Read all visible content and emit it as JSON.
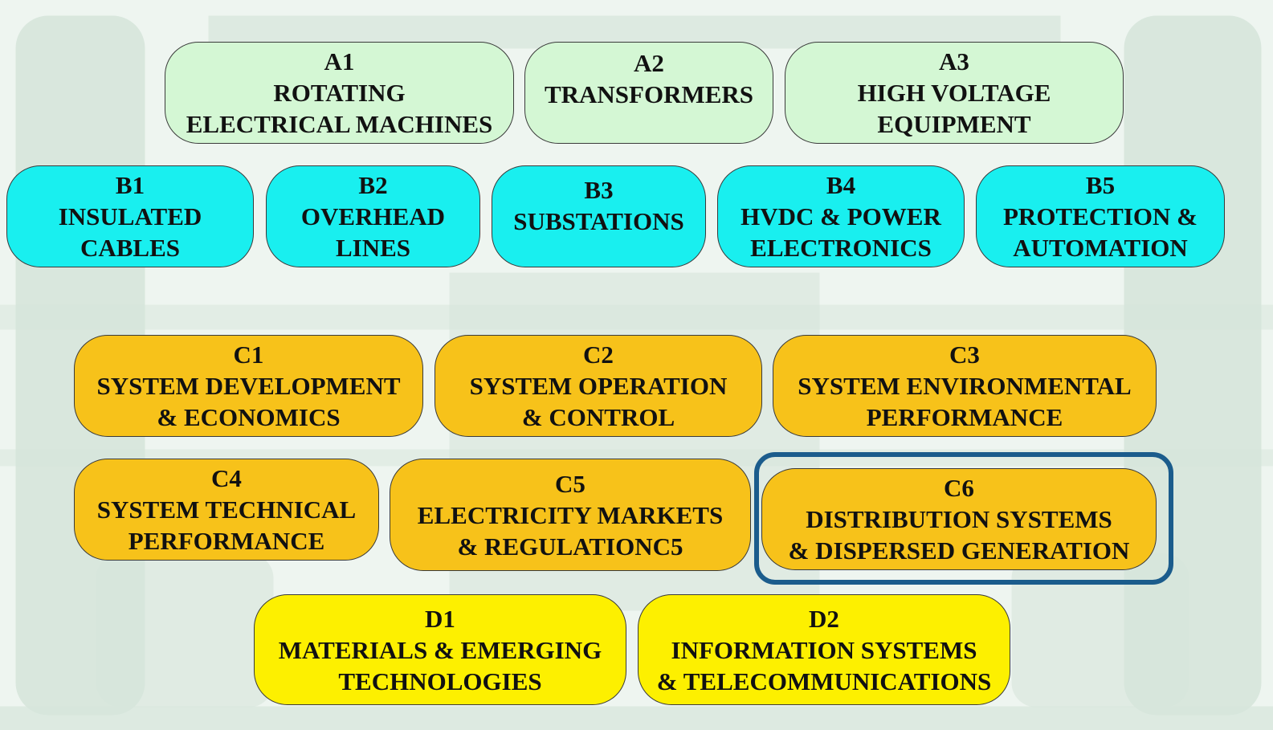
{
  "colors": {
    "group_a": "#d4f7d4",
    "group_b": "#19efef",
    "group_c": "#f7c21a",
    "group_d": "#fdf000",
    "highlight": "#1b5c8c",
    "background_art": "#d7e6dc"
  },
  "committees": {
    "a1": {
      "code": "A1",
      "line1": "ROTATING",
      "line2": "ELECTRICAL MACHINES"
    },
    "a2": {
      "code": "A2",
      "line1": "TRANSFORMERS"
    },
    "a3": {
      "code": "A3",
      "line1": "HIGH VOLTAGE",
      "line2": "EQUIPMENT"
    },
    "b1": {
      "code": "B1",
      "line1": "INSULATED",
      "line2": "CABLES"
    },
    "b2": {
      "code": "B2",
      "line1": "OVERHEAD",
      "line2": "LINES"
    },
    "b3": {
      "code": "B3",
      "line1": "SUBSTATIONS"
    },
    "b4": {
      "code": "B4",
      "line1": "HVDC & POWER",
      "line2": "ELECTRONICS"
    },
    "b5": {
      "code": "B5",
      "line1": "PROTECTION &",
      "line2": "AUTOMATION"
    },
    "c1": {
      "code": "C1",
      "line1": "SYSTEM DEVELOPMENT",
      "line2": "& ECONOMICS"
    },
    "c2": {
      "code": "C2",
      "line1": "SYSTEM OPERATION",
      "line2": "& CONTROL"
    },
    "c3": {
      "code": "C3",
      "line1": "SYSTEM ENVIRONMENTAL",
      "line2": "PERFORMANCE"
    },
    "c4": {
      "code": "C4",
      "line1": "SYSTEM TECHNICAL",
      "line2": "PERFORMANCE"
    },
    "c5": {
      "code": "C5",
      "line1": "ELECTRICITY MARKETS",
      "line2": "& REGULATIONC5"
    },
    "c6": {
      "code": "C6",
      "line1": "DISTRIBUTION SYSTEMS",
      "line2": "& DISPERSED GENERATION"
    },
    "d1": {
      "code": "D1",
      "line1": "MATERIALS & EMERGING",
      "line2": "TECHNOLOGIES"
    },
    "d2": {
      "code": "D2",
      "line1": "INFORMATION SYSTEMS",
      "line2": "& TELECOMMUNICATIONS"
    }
  },
  "highlighted": "c6"
}
